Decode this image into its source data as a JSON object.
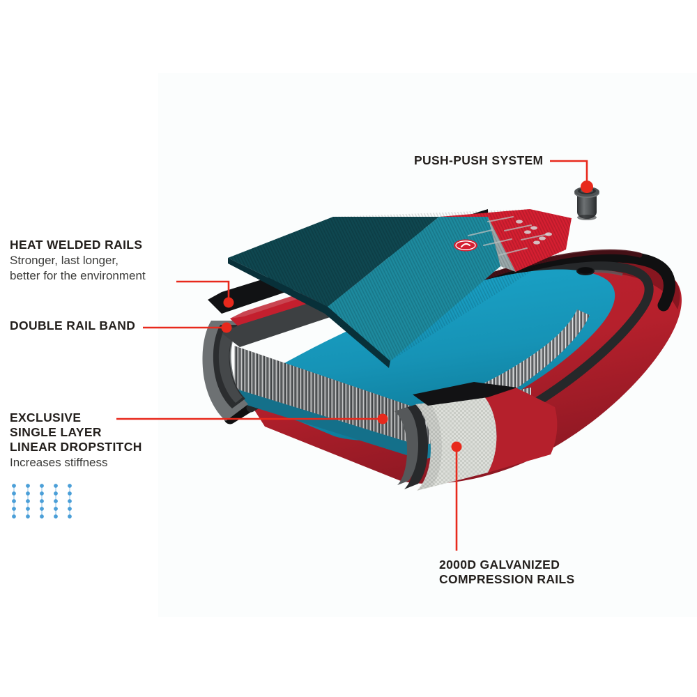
{
  "diagram": {
    "subject": "inflatable stand-up paddleboard exploded construction view",
    "background_color": "#ffffff",
    "panel_color": "#fbfdfd",
    "accent_color": "#e8291c",
    "text_color": "#231f1c"
  },
  "callouts": {
    "heat_welded_rails": {
      "title": "HEAT WELDED RAILS",
      "subtitle": "Stronger, last longer,\nbetter for the environment"
    },
    "double_rail_band": {
      "title": "DOUBLE RAIL BAND",
      "subtitle": ""
    },
    "dropstitch": {
      "title": "EXCLUSIVE\nSINGLE LAYER\nLINEAR DROPSTITCH",
      "subtitle": "Increases stiffness"
    },
    "push_push_system": {
      "title": "PUSH-PUSH SYSTEM",
      "subtitle": ""
    },
    "compression_rails": {
      "title": "2000D GALVANIZED\nCOMPRESSION RAILS",
      "subtitle": ""
    }
  },
  "swatch": {
    "name": "linear-dropstitch-thread-pattern",
    "columns": 5,
    "rows": 5,
    "dot_color": "#4b9fd8",
    "thread_color": "#b7d8ee"
  },
  "layers": {
    "deck_pad_dark_teal": "#0f4750",
    "deck_pad_teal": "#1d8a9e",
    "deck_pad_red": "#d51f31",
    "deck_pad_grey": "#9aa9ab",
    "core_teal_top": "#106a82",
    "core_teal_bright": "#18a0c4",
    "dropstitch_fiber_light": "#d9dadb",
    "dropstitch_fiber_dark": "#3d3f42",
    "rail_band_black": "#121212",
    "rail_band_red": "#c31f2e",
    "rail_band_grey": "#55585a",
    "hull_red": "#b5202c",
    "compression_rail_fabric": "#dcdcd8",
    "valve_body": "#5b5f61",
    "valve_dark": "#2e3133"
  },
  "parts": {
    "valve": "push-push inflation valve",
    "logo_badge": "brand oval badge on deck pad"
  }
}
